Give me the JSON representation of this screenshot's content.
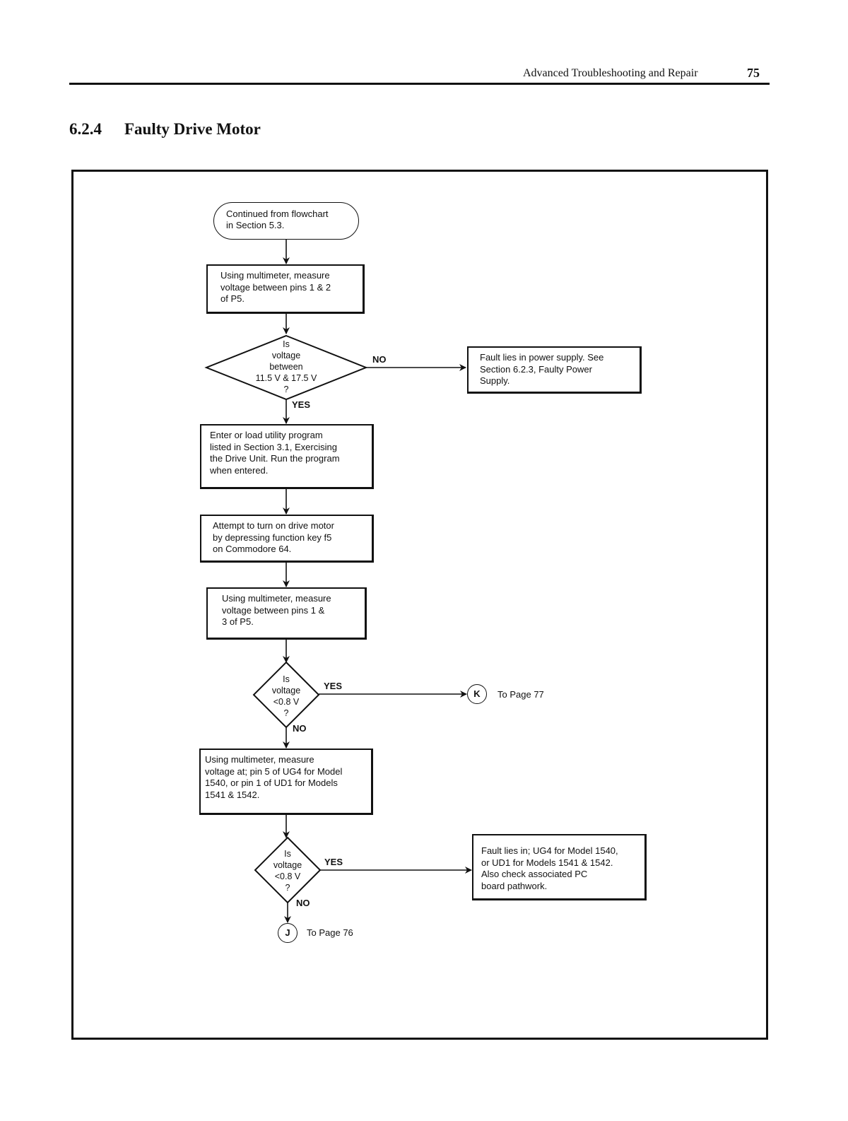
{
  "header": {
    "running_title": "Advanced Troubleshooting and Repair",
    "page_number": "75"
  },
  "section": {
    "number": "6.2.4",
    "title": "Faulty Drive Motor"
  },
  "flowchart": {
    "start": "Continued from flowchart\nin Section  5.3.",
    "step_measure_1_2": "Using  multimeter, measure\nvoltage between pins 1 & 2\nof P5.",
    "decision_voltage_range": "Is\nvoltage\nbetween\n11.5 V & 17.5 V\n?",
    "fault_power_supply": "Fault lies in power supply.  See\nSection 6.2.3, Faulty Power\nSupply.",
    "step_utility_program": "Enter or load utility program\nlisted in Section  3.1, Exercising\nthe Drive Unit.  Run the program\nwhen entered.",
    "step_turn_on_motor": "Attempt to turn on drive motor\nby depressing function key f5\non Commodore 64.",
    "step_measure_1_3": "Using multimeter, measure\nvoltage between pins 1 &\n3 of P5.",
    "decision_low_1": "Is\nvoltage\n<0.8 V\n?",
    "step_measure_ug4": "Using multimeter, measure\nvoltage at; pin 5 of UG4 for Model\n1540, or pin 1 of UD1 for Models\n1541 & 1542.",
    "decision_low_2": "Is\nvoltage\n<0.8 V\n?",
    "fault_ug4": "Fault lies in; UG4 for Model 1540,\nor UD1 for Models 1541 & 1542.\nAlso check associated PC\nboard pathwork.",
    "labels": {
      "no": "NO",
      "yes": "YES"
    },
    "connector_k": {
      "letter": "K",
      "text": "To Page  77"
    },
    "connector_j": {
      "letter": "J",
      "text": "To Page  76"
    }
  }
}
